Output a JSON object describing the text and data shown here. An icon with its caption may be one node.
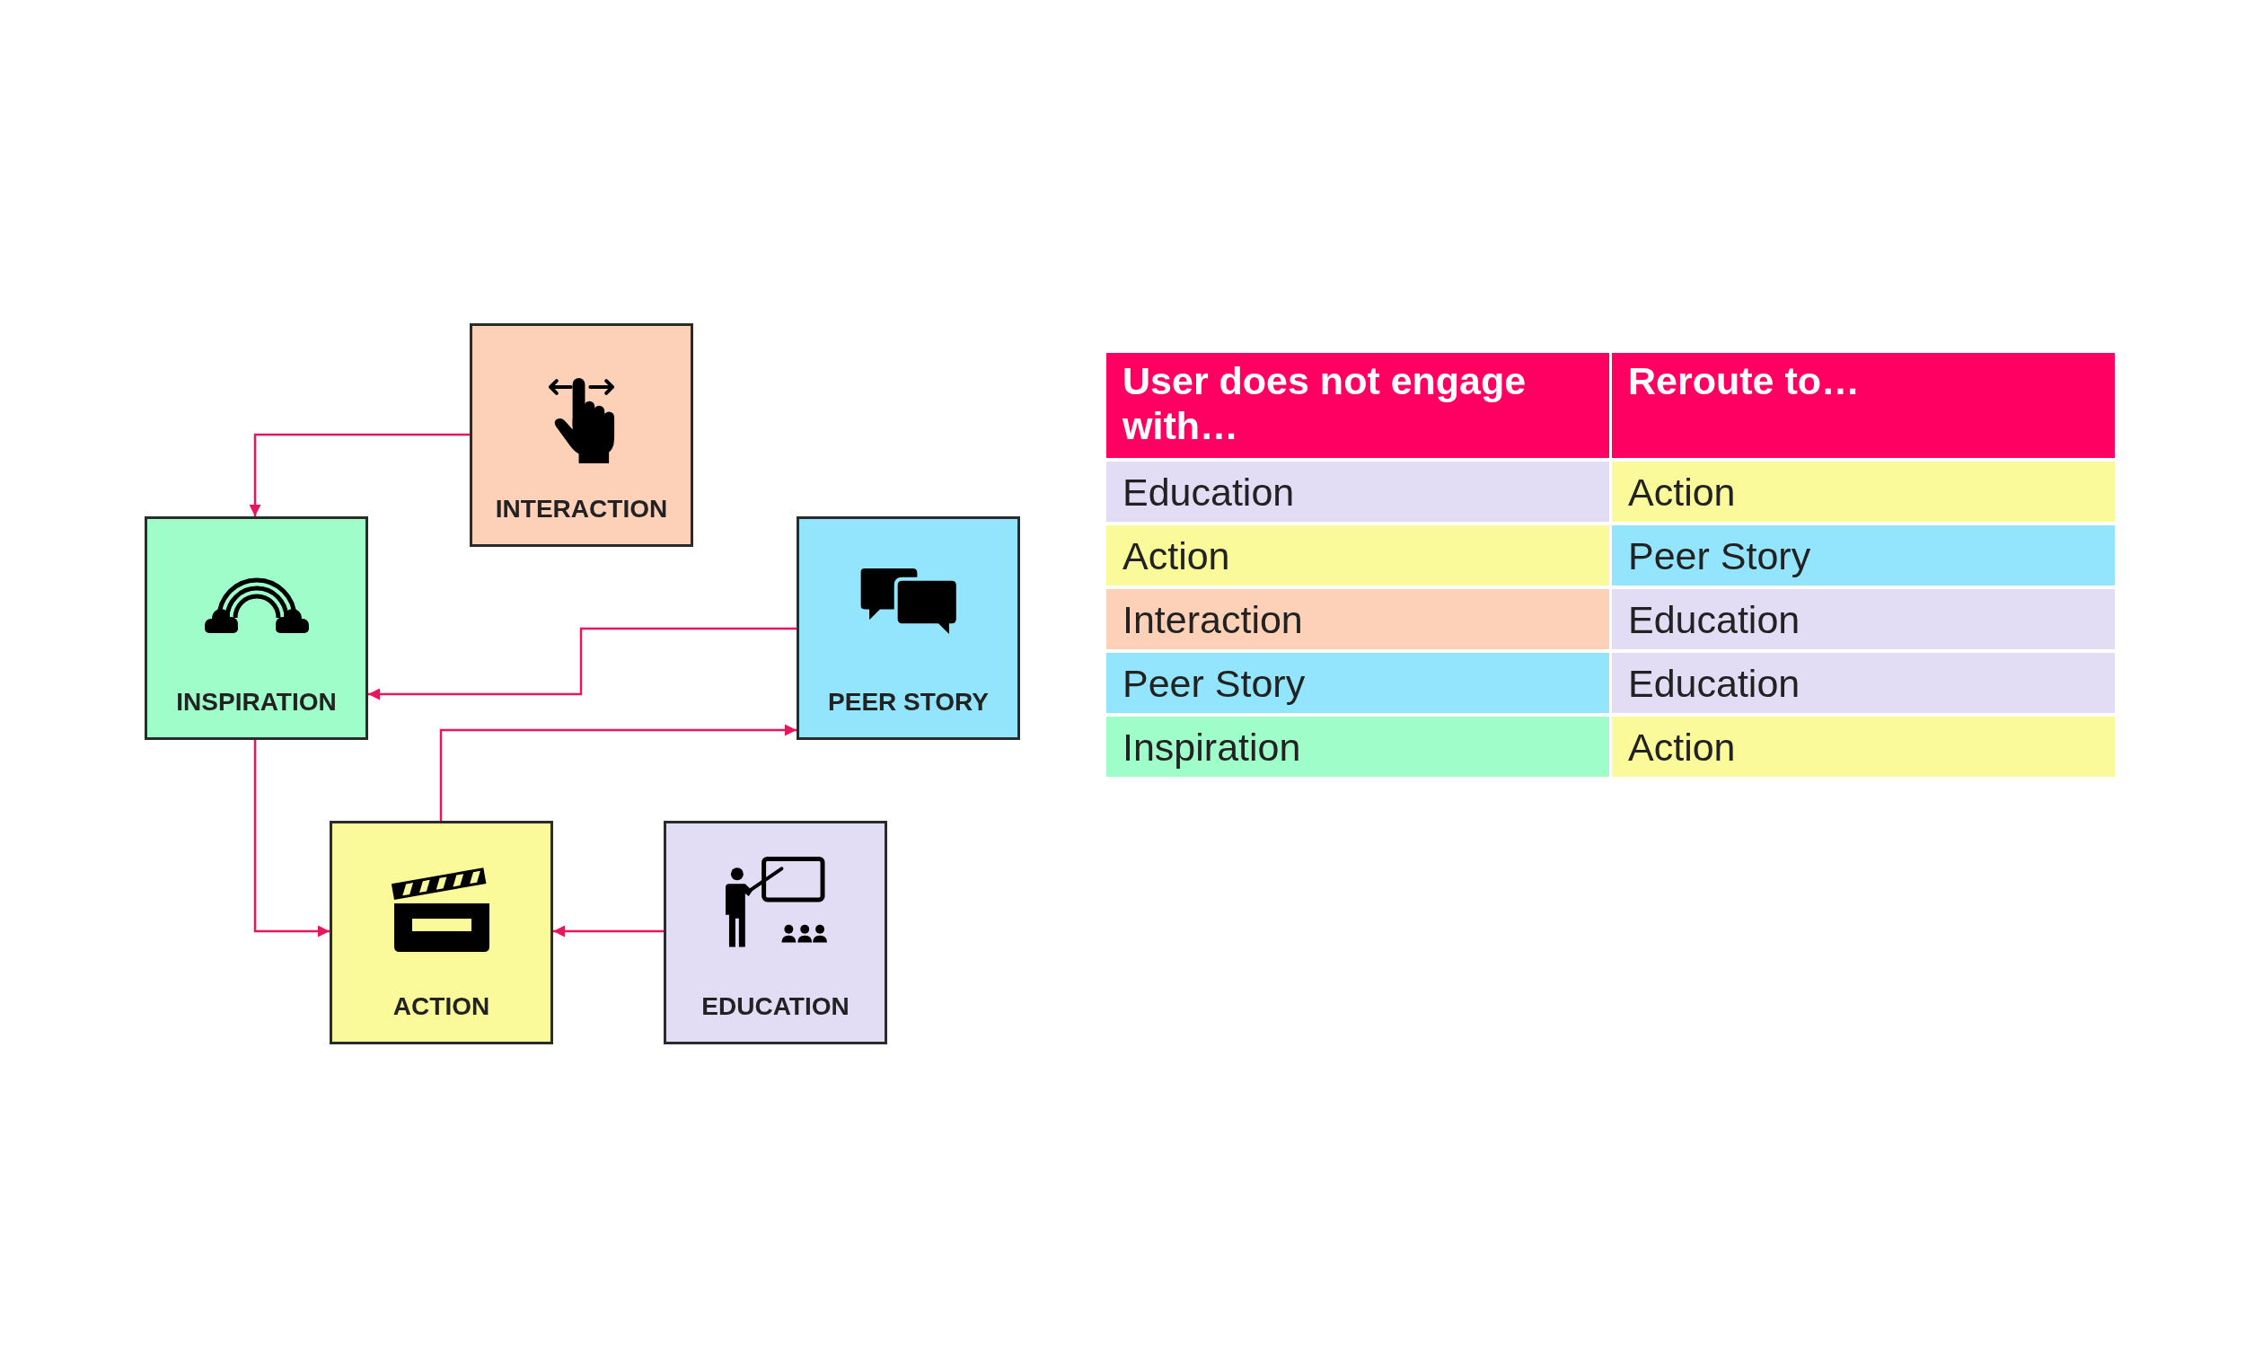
{
  "diagram": {
    "nodes": [
      {
        "text": [
          "INTERACTION"
        ]
      },
      {
        "text": [
          "INSPIRATION"
        ]
      },
      {
        "text": [
          "PEER STORY"
        ]
      },
      {
        "text": [
          "ACTION"
        ]
      },
      {
        "text": [
          "EDUCATION"
        ]
      }
    ],
    "edges": [
      {
        "from": 0,
        "to": 1,
        "arrow": "to"
      },
      {
        "from": 2,
        "to": 1,
        "arrow": "to"
      },
      {
        "from": 1,
        "to": 3,
        "arrow": "to"
      },
      {
        "from": 3,
        "to": 2,
        "arrow": "to"
      },
      {
        "from": 4,
        "to": 3,
        "arrow": "to"
      }
    ],
    "labels": [
      "User does not engage with…",
      "Reroute to…",
      "Education",
      "Action",
      "Action",
      "Peer Story",
      "Interaction",
      "Education",
      "Peer Story",
      "Education",
      "Inspiration",
      "Action"
    ]
  }
}
